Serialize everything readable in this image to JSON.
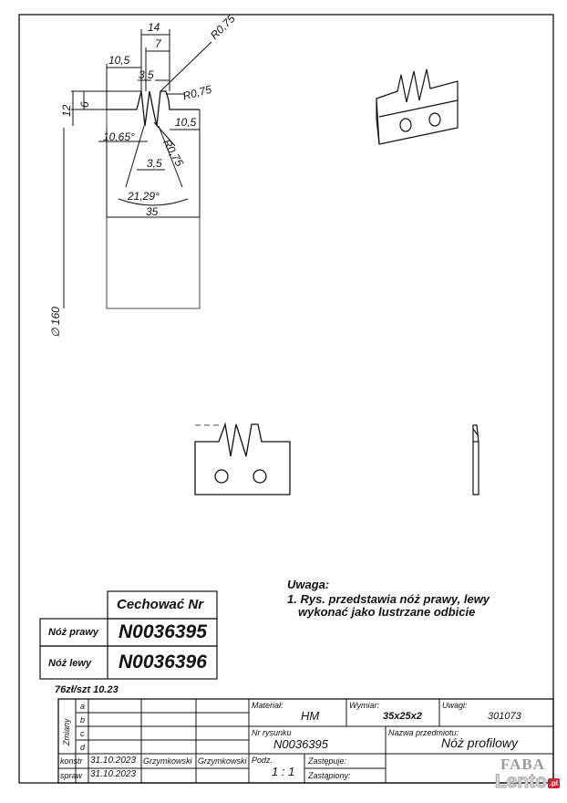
{
  "dimensions": {
    "d14": "14",
    "d7": "7",
    "r_top": "R0,75",
    "d10_5_left": "10,5",
    "d3_5_top": "3,5",
    "r_mid": "R0,75",
    "d6": "6",
    "d12": "12",
    "d10_5_right": "10,5",
    "angle_small": "10,65°",
    "r_bottom": "R0,75",
    "d3_5_bottom": "3,5",
    "angle_large": "21,29°",
    "d35": "35",
    "diameter": "∅ 160"
  },
  "note": {
    "title": "Uwaga:",
    "line1": "1. Rys. przedstawia nóż prawy, lewy",
    "line2": "wykonać jako lustrzane odbicie"
  },
  "marking_table": {
    "header": "Cechować Nr",
    "rows": [
      {
        "label": "Nóż prawy",
        "value": "N0036395"
      },
      {
        "label": "Nóż lewy",
        "value": "N0036396"
      }
    ]
  },
  "price": "76zł/szt 10.23",
  "title_block": {
    "changes_label": "Zmiany",
    "change_rows": [
      "a",
      "b",
      "c",
      "d"
    ],
    "material_label": "Materiał:",
    "material": "HM",
    "size_label": "Wymiar:",
    "size": "35x25x2",
    "remarks_label": "Uwagi:",
    "remarks": "301073",
    "drawing_no_label": "Nr rysunku",
    "drawing_no": "N0036395",
    "item_name_label": "Nazwa przedmiotu:",
    "item_name": "Nóż profilowy",
    "konstr_label": "konstr",
    "konstr_date": "31.10.2023",
    "konstr_name": "Grzymkowski",
    "konstr_name2": "Grzymkowski",
    "spraw_label": "spraw",
    "spraw_date": "31.10.2023",
    "scale_label": "Podz.",
    "scale": "1 : 1",
    "replaces_label": "Zastępuje:",
    "replaced_by_label": "Zastąpiony:"
  },
  "watermark": {
    "line1": "FABA",
    "line2": "Lento",
    "suffix": ".pl"
  }
}
